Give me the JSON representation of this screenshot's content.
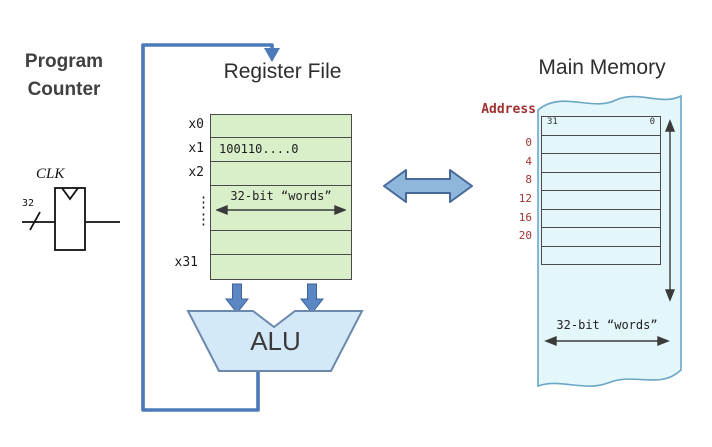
{
  "program_counter": {
    "title": "Program Counter",
    "clk_label": "CLK",
    "bus_width": "32"
  },
  "register_file": {
    "title": "Register File",
    "row_labels": [
      "x0",
      "x1",
      "x2",
      "x31"
    ],
    "dots": "⋮",
    "cell_value": "100110....0",
    "word_label": "32-bit “words”"
  },
  "alu": {
    "label": "ALU"
  },
  "main_memory": {
    "title": "Main Memory",
    "address_label": "Address",
    "addresses": [
      "0",
      "4",
      "8",
      "12",
      "16",
      "20"
    ],
    "bit_high": "31",
    "bit_low": "0",
    "word_label": "32-bit “words”"
  },
  "colors": {
    "arrow_blue": "#4a7ab8",
    "arrow_fill": "#8fb7dc",
    "register_green": "#d9efca",
    "alu_blue": "#d4e9f8",
    "memory_cyan": "#e3f6f9",
    "address_red": "#9e3232"
  }
}
